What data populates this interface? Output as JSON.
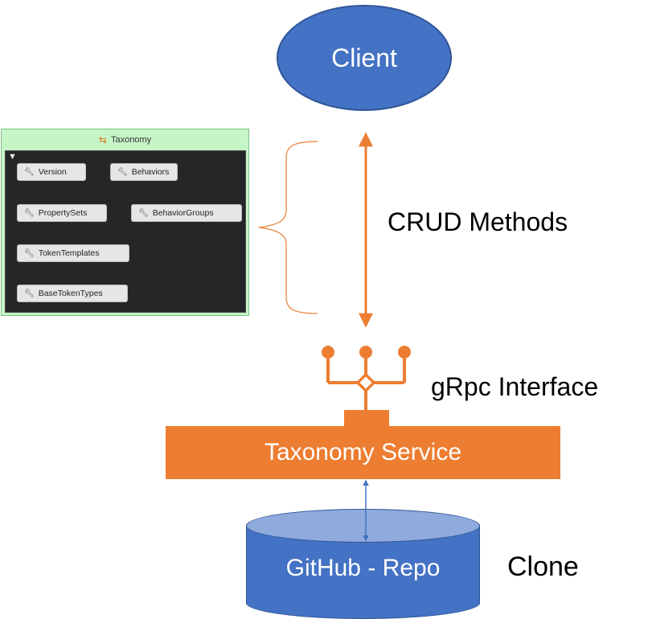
{
  "client": {
    "label": "Client"
  },
  "taxonomy_panel": {
    "title": "Taxonomy",
    "items": [
      "Version",
      "Behaviors",
      "PropertySets",
      "BehaviorGroups",
      "TokenTemplates",
      "BaseTokenTypes"
    ]
  },
  "labels": {
    "crud": "CRUD Methods",
    "grpc": "gRpc Interface",
    "clone": "Clone"
  },
  "service": {
    "label": "Taxonomy Service"
  },
  "repo": {
    "label": "GitHub - Repo"
  },
  "colors": {
    "client_fill": "#4472c4",
    "orange": "#ed7d31",
    "repo_fill": "#4472c4",
    "repo_top": "#8faadc",
    "panel_bg": "#c6f5c8",
    "panel_body": "#262626"
  },
  "icons": [
    "taxonomy-icon",
    "filter-icon",
    "wrench-icon",
    "grpc-interface-icon"
  ]
}
